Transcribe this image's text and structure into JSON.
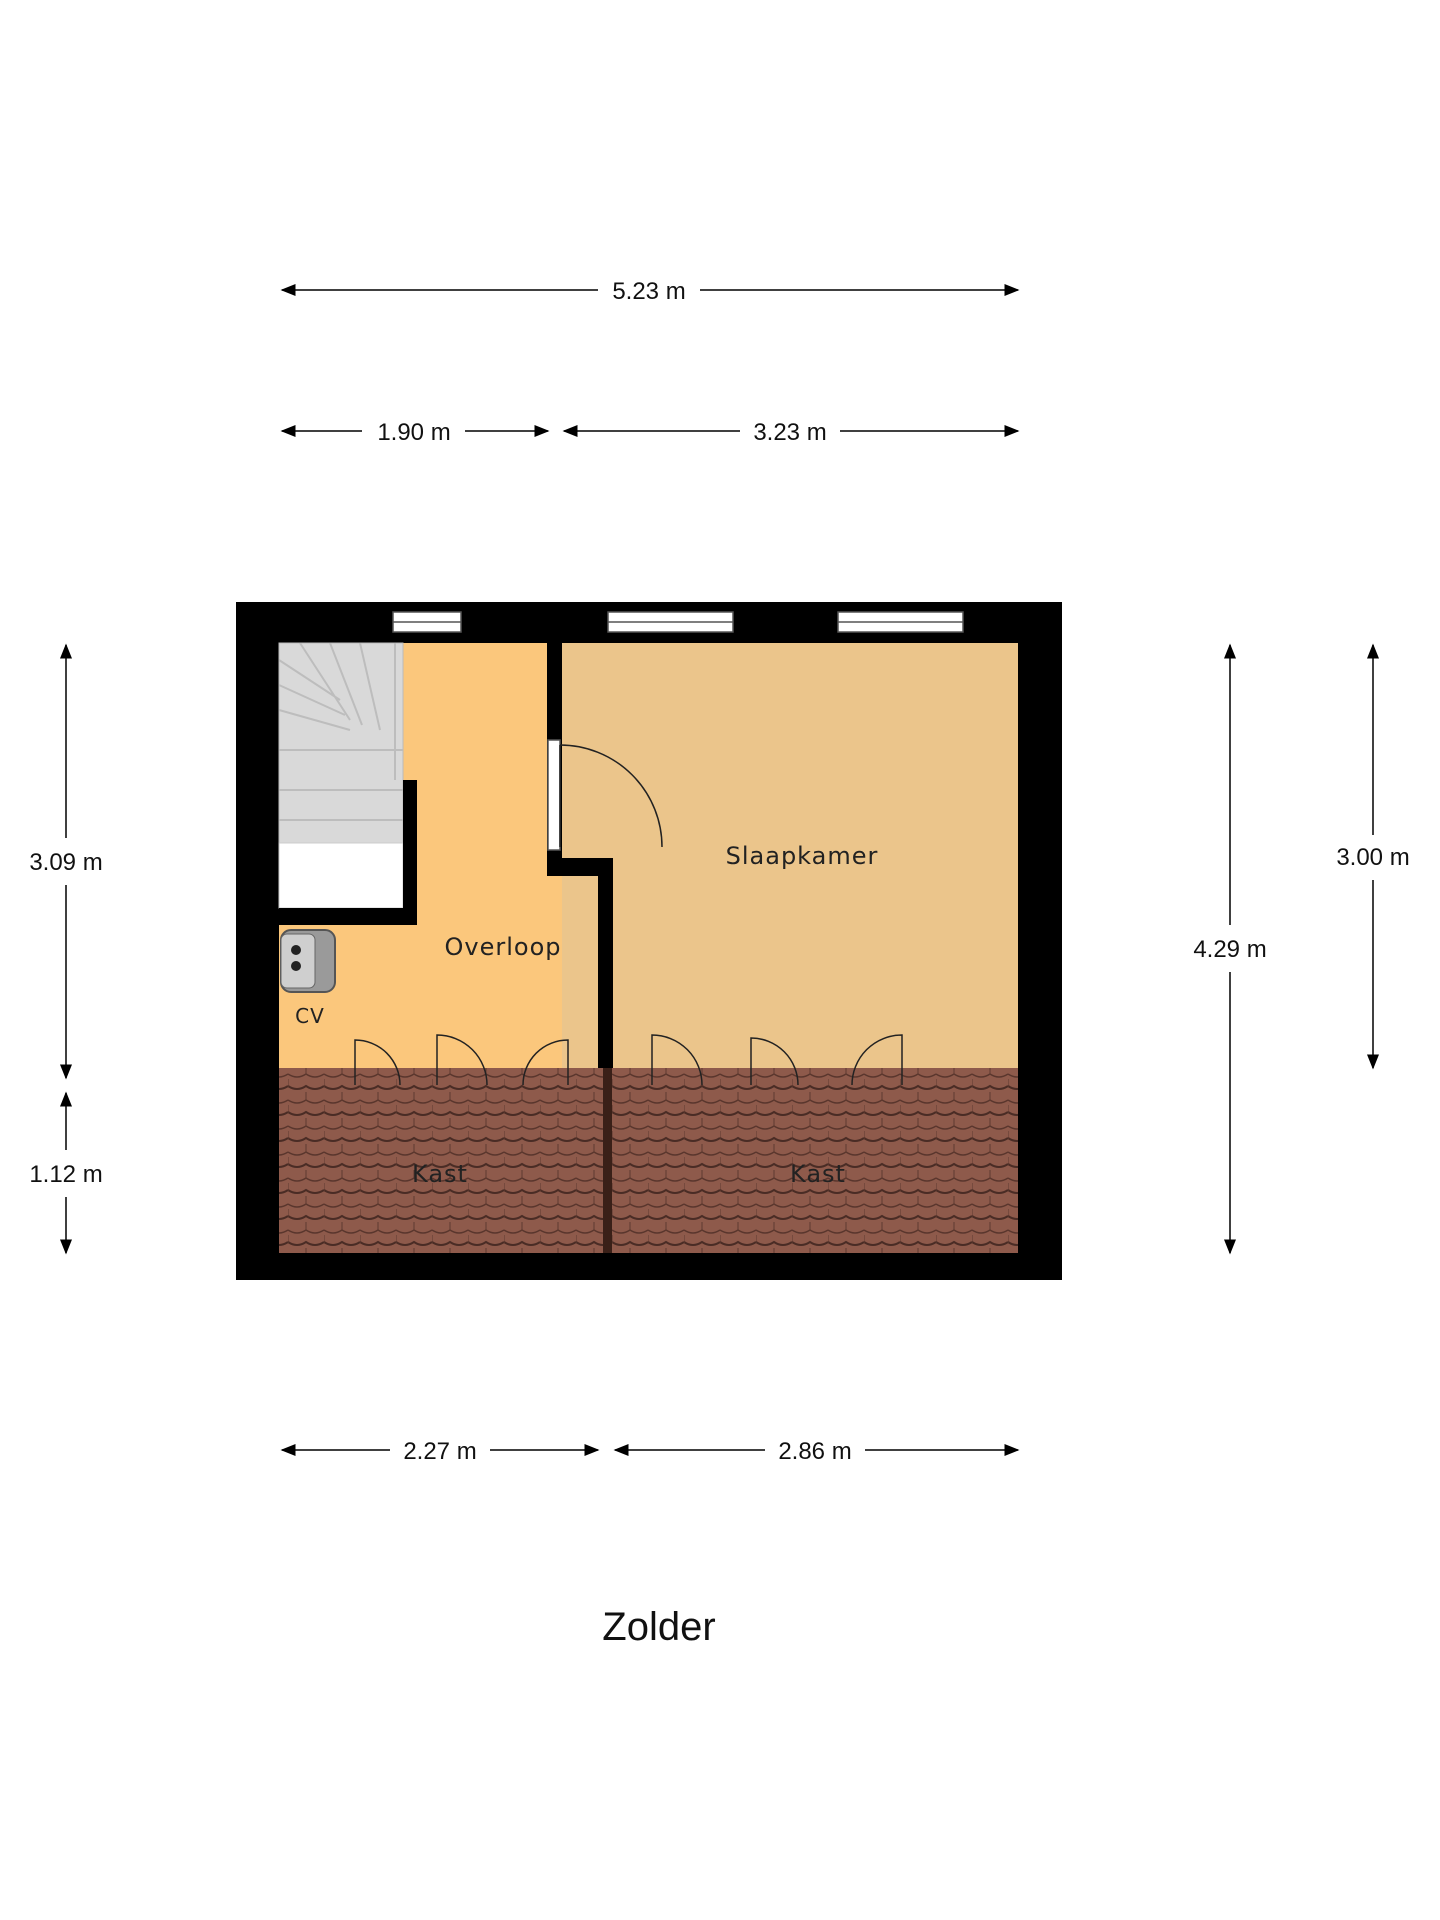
{
  "floor": {
    "title": "Zolder"
  },
  "rooms": {
    "overloop": "Overloop",
    "slaapkamer": "Slaapkamer",
    "kast_left": "Kast",
    "kast_right": "Kast",
    "cv": "CV"
  },
  "dimensions": {
    "top_total": "5.23 m",
    "top_left": "1.90 m",
    "top_right": "3.23 m",
    "bottom_left": "2.27 m",
    "bottom_right": "2.86 m",
    "left_upper": "3.09 m",
    "left_lower": "1.12 m",
    "right_total": "4.29 m",
    "right_partial": "3.00 m"
  },
  "colors": {
    "wall": "#000000",
    "overloop_floor": "#fbc77c",
    "slaapkamer_floor": "#ebc58b",
    "roof_tile": "#8c5a4c",
    "stairs": "#d8d8d8"
  }
}
